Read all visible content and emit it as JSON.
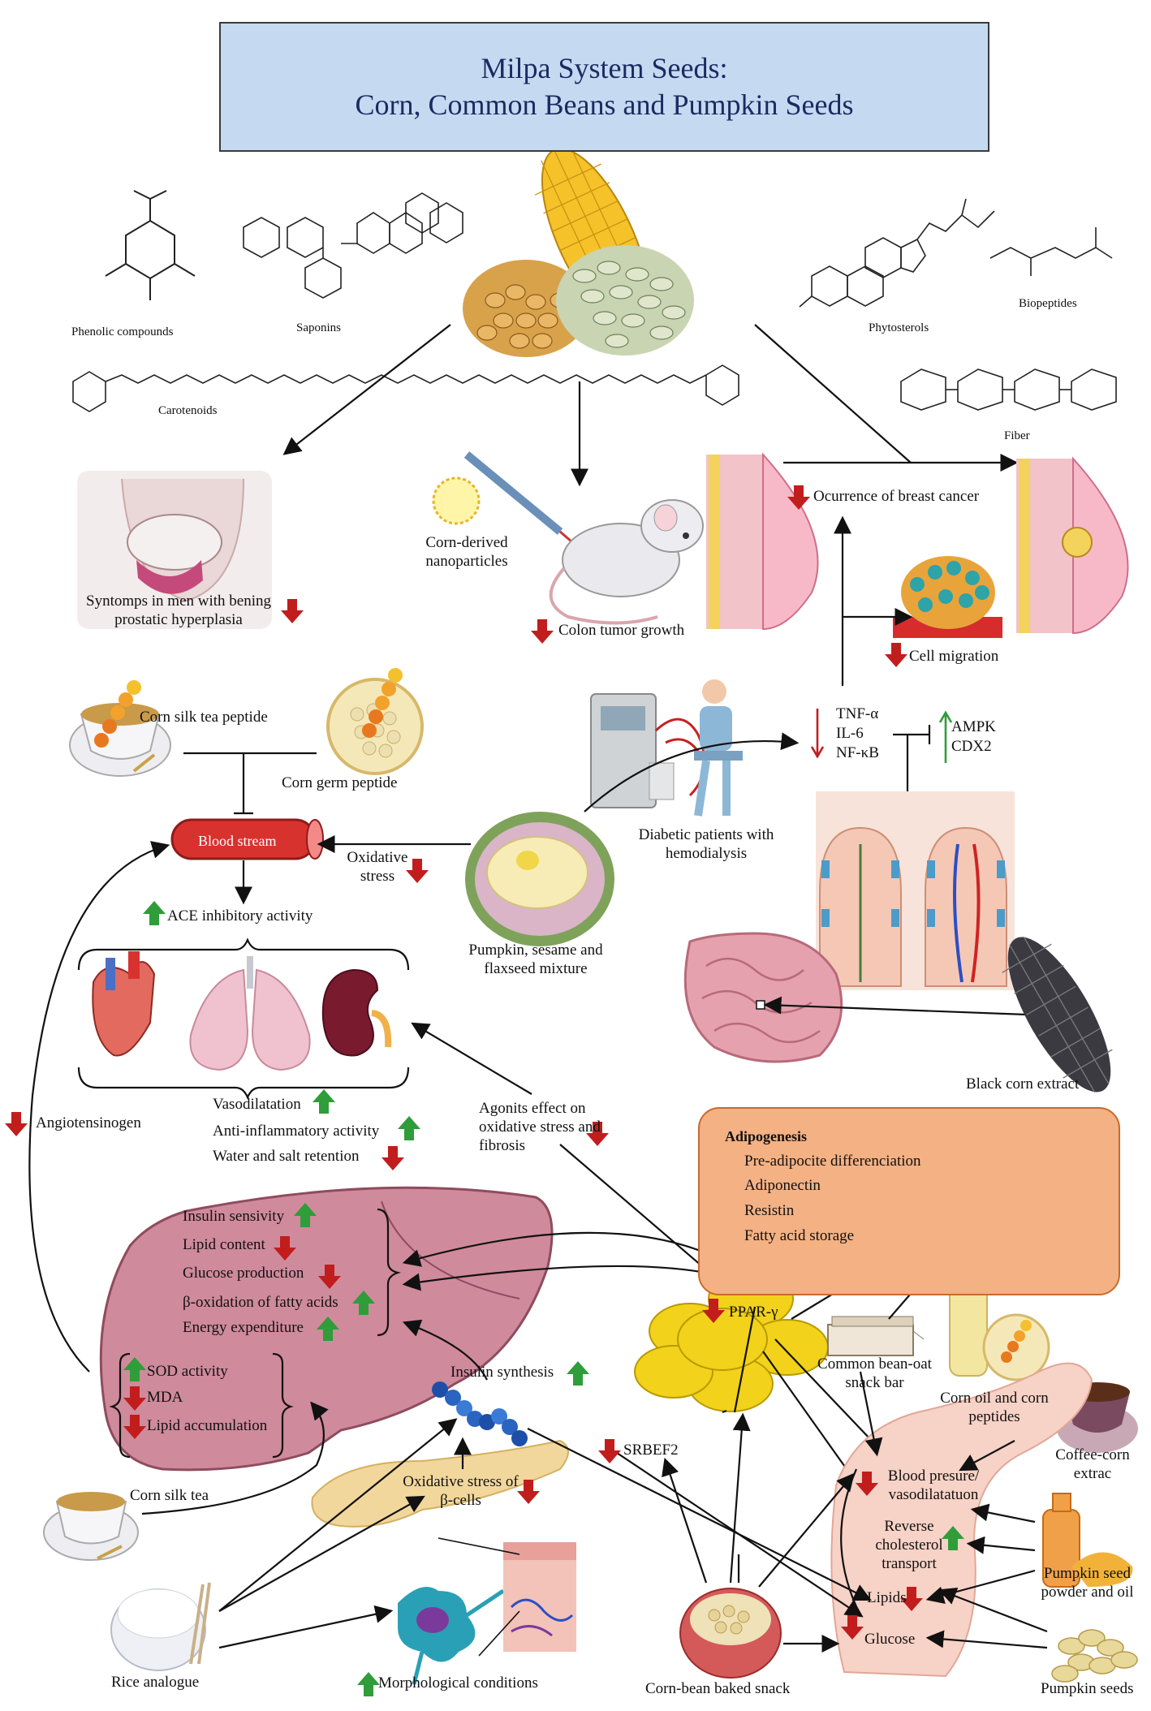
{
  "title": {
    "line1": "Milpa System Seeds:",
    "line2": "Corn, Common Beans and Pumpkin Seeds"
  },
  "compounds": {
    "phenolic": "Phenolic compounds",
    "saponins": "Saponins",
    "carotenoids": "Carotenoids",
    "phytosterols": "Phytosterols",
    "biopeptides": "Biopeptides",
    "fiber": "Fiber"
  },
  "effects": {
    "prostate": "Syntomps in men with bening prostatic hyperplasia",
    "nanoparticles": "Corn-derived nanoparticles",
    "colon": "Colon tumor growth",
    "breast": "Ocurrence of breast cancer",
    "migration": "Cell migration",
    "inflam_markers": [
      "TNF-α",
      "IL-6",
      "NF-κB"
    ],
    "ampk_markers": [
      "AMPK",
      "CDX2"
    ],
    "dialysis": "Diabetic patients with hemodialysis",
    "pumpkin_mix": "Pumpkin, sesame and flaxseed mixture",
    "black_corn": "Black corn extract"
  },
  "blood": {
    "tea_peptide": "Corn silk tea peptide",
    "germ_peptide": "Corn germ peptide",
    "stream": "Blood stream",
    "oxidative": "Oxidative stress",
    "ace": "ACE inhibitory activity",
    "vasodilatation": "Vasodilatation",
    "anti_inflam": "Anti-inflammatory activity",
    "water_salt": "Water and salt retention",
    "angiotensinogen": "Angiotensinogen",
    "agonist": "Agonits effect on oxidative stress and fibrosis"
  },
  "adipogenesis": {
    "title": "Adipogenesis",
    "items": [
      "Pre-adipocite differenciation",
      "Adiponectin",
      "Resistin",
      "Fatty acid storage"
    ]
  },
  "liver": {
    "items": [
      "Insulin sensivity",
      "Lipid content",
      "Glucose production",
      "β-oxidation of fatty acids",
      "Energy expenditure"
    ],
    "stress": [
      "SOD activity",
      "MDA",
      "Lipid accumulation"
    ],
    "tea": "Corn silk tea"
  },
  "metabolic": {
    "ppar": "PPAR-γ",
    "insulin": "Insulin synthesis",
    "srbef": "SRBEF2",
    "beta": "Oxidative stress of β-cells",
    "morph": "Morphological conditions",
    "rice": "Rice analogue",
    "bean_snack": "Common bean-oat snack bar",
    "corn_oil": "Corn oil and corn peptides",
    "coffee": "Coffee-corn extrac",
    "bp": "Blood presure/ vasodilatatuon",
    "reverse": "Reverse cholesterol transport",
    "lipids": "Lipids",
    "glucose": "Glucose",
    "pumpkin_powder": "Pumpkin seed powder and oil",
    "baked": "Corn-bean baked snack",
    "pumpkin_seeds": "Pumpkin seeds"
  },
  "colors": {
    "title_bg": "#c5daf0",
    "up": "#2f9d3a",
    "down": "#c21d1d",
    "blood": "#d8322f",
    "liver": "#cf8a9c",
    "adipo_bg": "#f3b184",
    "ppar": "#f2d21a"
  }
}
